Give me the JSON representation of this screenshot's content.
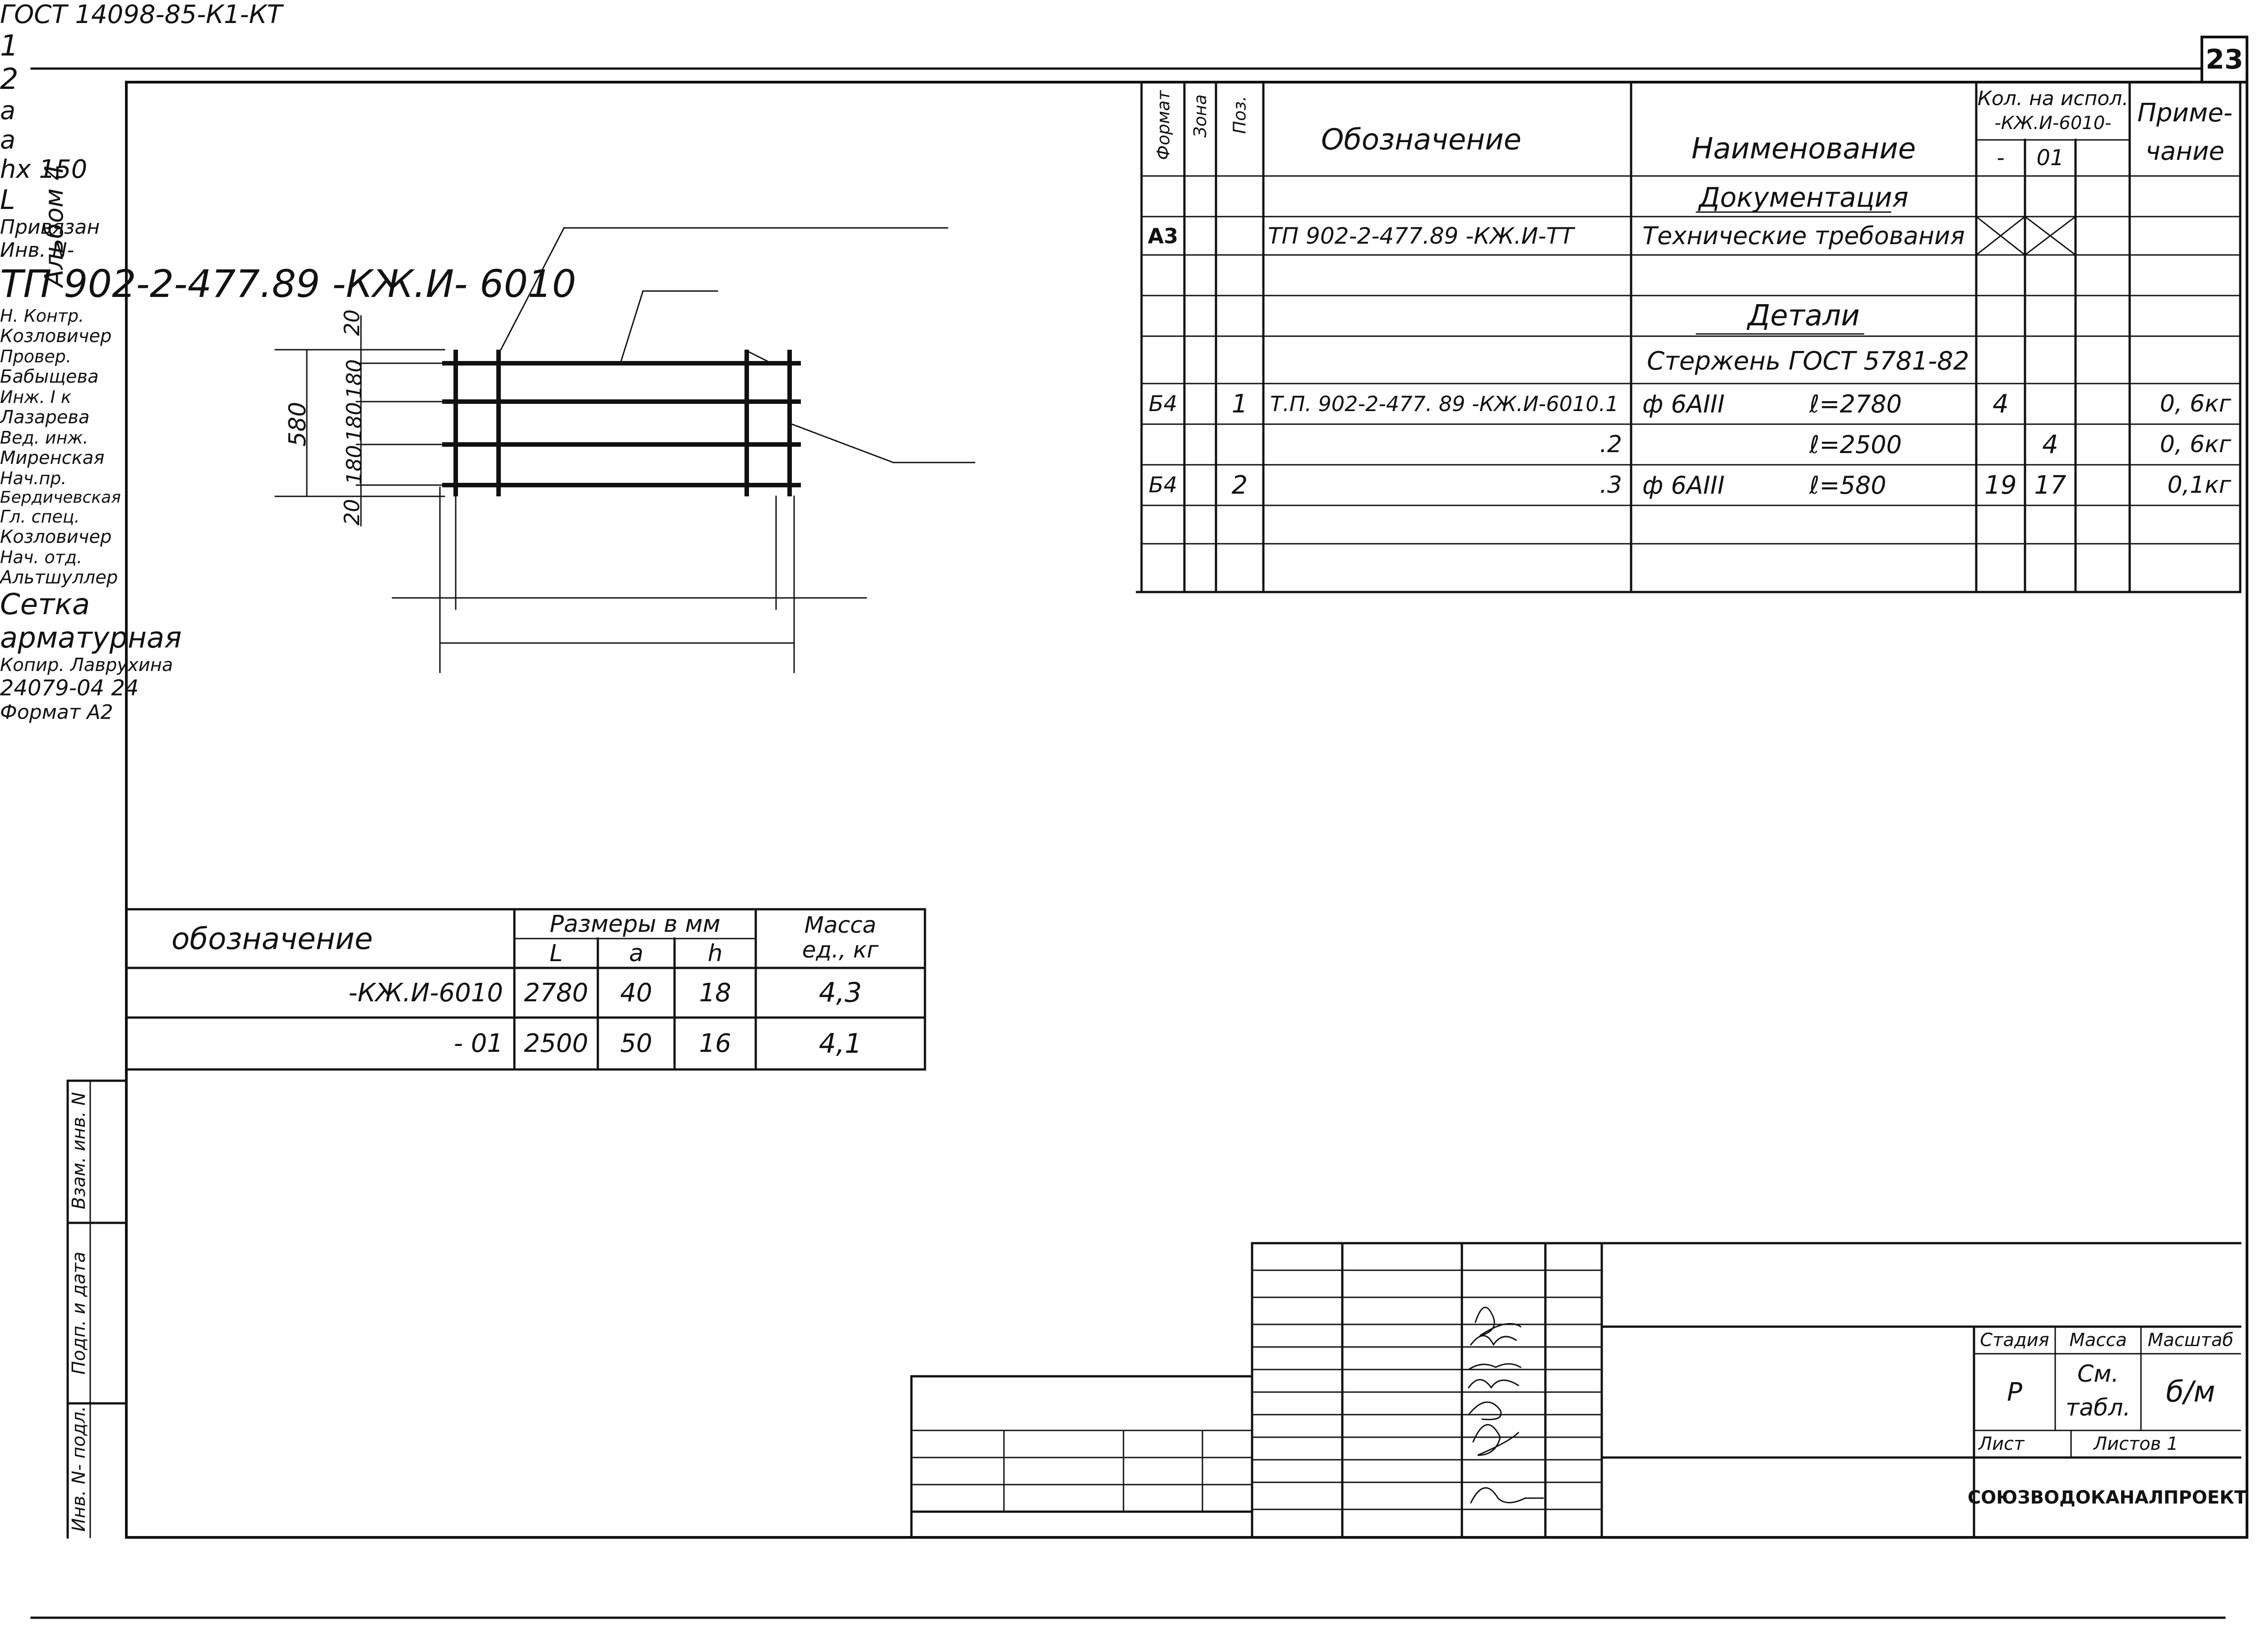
{
  "page_number": "23",
  "album_label": "Альбом 4",
  "sketch": {
    "gost_label": "ГОСТ 14098-85-К1-КТ",
    "pos1": "1",
    "pos2": "2",
    "dim_20_top": "20",
    "dim_180_1": "180",
    "dim_180_2": "180",
    "dim_180_3": "180",
    "dim_20_bottom": "20",
    "dim_580": "580",
    "dim_a_left": "a",
    "dim_a_right": "a",
    "dim_step": "hx 150",
    "dim_L": "L"
  },
  "spec": {
    "headers": {
      "format": "Формат",
      "zone": "Зона",
      "pos": "Поз.",
      "designation": "Обозначение",
      "name": "Наименование",
      "qty_title_1": "Кол. на испол.",
      "qty_title_2": "-КЖ.И-6010-",
      "qty_col1": "-",
      "qty_col2": "01",
      "note_1": "Приме-",
      "note_2": "чание"
    },
    "section_docs": "Документация",
    "doc_row": {
      "format": "А3",
      "designation": "ТП 902-2-477.89  -КЖ.И-ТТ",
      "name": "Технические  требования"
    },
    "section_details": "Детали",
    "rod_row": "Стержень ГОСТ 5781-82",
    "rows": [
      {
        "format": "Б4",
        "pos": "1",
        "designation": "Т.П. 902-2-477. 89  -КЖ.И-6010.1",
        "name": "ф 6АIII",
        "length": "ℓ=2780",
        "q1": "4",
        "q2": "",
        "note": "0, 6кг"
      },
      {
        "format": "",
        "pos": "",
        "designation": ".2",
        "name": "",
        "length": "ℓ=2500",
        "q1": "",
        "q2": "4",
        "note": "0, 6кг"
      },
      {
        "format": "Б4",
        "pos": "2",
        "designation": ".3",
        "name": "ф 6АIII",
        "length": "ℓ=580",
        "q1": "19",
        "q2": "17",
        "note": "0,1кг"
      }
    ]
  },
  "sizes_table": {
    "h_designation": "обозначение",
    "h_sizes": "Размеры в мм",
    "h_L": "L",
    "h_a": "a",
    "h_h": "h",
    "h_mass_1": "Масса",
    "h_mass_2": "ед., кг",
    "rows": [
      {
        "designation": "-КЖ.И-6010",
        "L": "2780",
        "a": "40",
        "h": "18",
        "mass": "4,3"
      },
      {
        "designation": "- 01",
        "L": "2500",
        "a": "50",
        "h": "16",
        "mass": "4,1"
      }
    ]
  },
  "left_strip": {
    "inv_orig": "Инв. N- подл.",
    "sign_date": "Подп. и дата",
    "vzam": "Взам. инв. N"
  },
  "bound": {
    "label": "Привязан",
    "inv": "Инв. N-"
  },
  "title_block": {
    "doc_code": "ТП 902-2-477.89  -КЖ.И- 6010",
    "roles": [
      {
        "role": "Н. Контр.",
        "name": "Козловичер"
      },
      {
        "role": "Провер.",
        "name": "Бабыщева"
      },
      {
        "role": "Инж. I к",
        "name": "Лазарева"
      },
      {
        "role": "Вед. инж.",
        "name": "Миренская"
      },
      {
        "role": "Нач.пр.",
        "name": "Бердичевская"
      },
      {
        "role": "Гл. спец.",
        "name": "Козловичер"
      },
      {
        "role": "Нач. отд.",
        "name": "Альтшуллер"
      }
    ],
    "title_1": "Сетка",
    "title_2": "арматурная",
    "stage_label": "Стадия",
    "mass_label": "Масса",
    "scale_label": "Масштаб",
    "stage": "Р",
    "mass_1": "См.",
    "mass_2": "табл.",
    "scale": "б/м",
    "sheet_label": "Лист",
    "sheets_label": "Листов 1",
    "org": "СОЮЗВОДОКАНАЛПРОЕКТ"
  },
  "footer": {
    "copied": "Копир. Лаврухина",
    "order": "24079-04   24",
    "format": "Формат А2"
  }
}
